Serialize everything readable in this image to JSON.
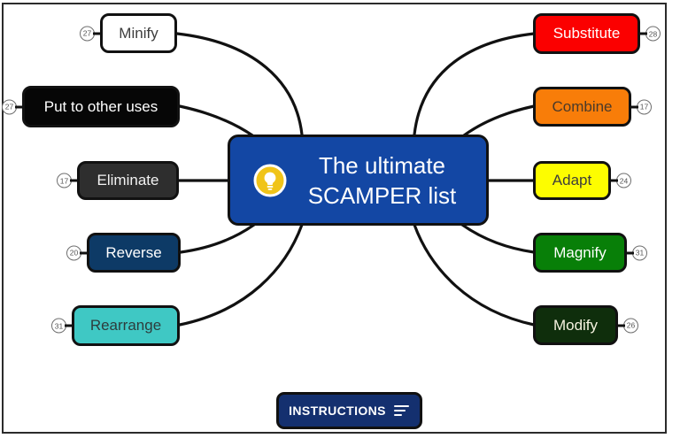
{
  "theme": {
    "canvas_bg": "#ffffff",
    "frame_color": "#2b2b2b",
    "line_color": "#111111",
    "badge_border": "#6e6e6e",
    "badge_text": "#555555"
  },
  "central_topic": {
    "line1": "The ultimate",
    "line2": "SCAMPER list",
    "bg": "#1347a4",
    "fg": "#ffffff",
    "icon": "lightbulb-icon",
    "icon_circle_color": "#f0c419",
    "icon_glyph_color": "#ffffff"
  },
  "nodes": [
    {
      "id": "minify",
      "label": "Minify",
      "badge": "27",
      "side": "left",
      "bg": "#ffffff",
      "fg": "#3d3d3d"
    },
    {
      "id": "put",
      "label": "Put to other uses",
      "badge": "27",
      "side": "left",
      "bg": "#060606",
      "fg": "#ffffff"
    },
    {
      "id": "eliminate",
      "label": "Eliminate",
      "badge": "17",
      "side": "left",
      "bg": "#2e2e2e",
      "fg": "#f2f2f2"
    },
    {
      "id": "reverse",
      "label": "Reverse",
      "badge": "20",
      "side": "left",
      "bg": "#0d3a66",
      "fg": "#ffffff"
    },
    {
      "id": "rearrange",
      "label": "Rearrange",
      "badge": "31",
      "side": "left",
      "bg": "#3fc8c4",
      "fg": "#2e3d3d"
    },
    {
      "id": "substitute",
      "label": "Substitute",
      "badge": "28",
      "side": "right",
      "bg": "#fb0000",
      "fg": "#ffffff"
    },
    {
      "id": "combine",
      "label": "Combine",
      "badge": "17",
      "side": "right",
      "bg": "#f87d09",
      "fg": "#4a3a2a"
    },
    {
      "id": "adapt",
      "label": "Adapt",
      "badge": "24",
      "side": "right",
      "bg": "#fdfd00",
      "fg": "#3d3d3d"
    },
    {
      "id": "magnify",
      "label": "Magnify",
      "badge": "31",
      "side": "right",
      "bg": "#087f08",
      "fg": "#ffffff"
    },
    {
      "id": "modify",
      "label": "Modify",
      "badge": "26",
      "side": "right",
      "bg": "#0f2e0c",
      "fg": "#f5f2e0"
    }
  ],
  "instructions_button": {
    "label": "INSTRUCTIONS",
    "bg": "#14306f",
    "fg": "#ffffff",
    "icon": "sort-lines-icon"
  }
}
